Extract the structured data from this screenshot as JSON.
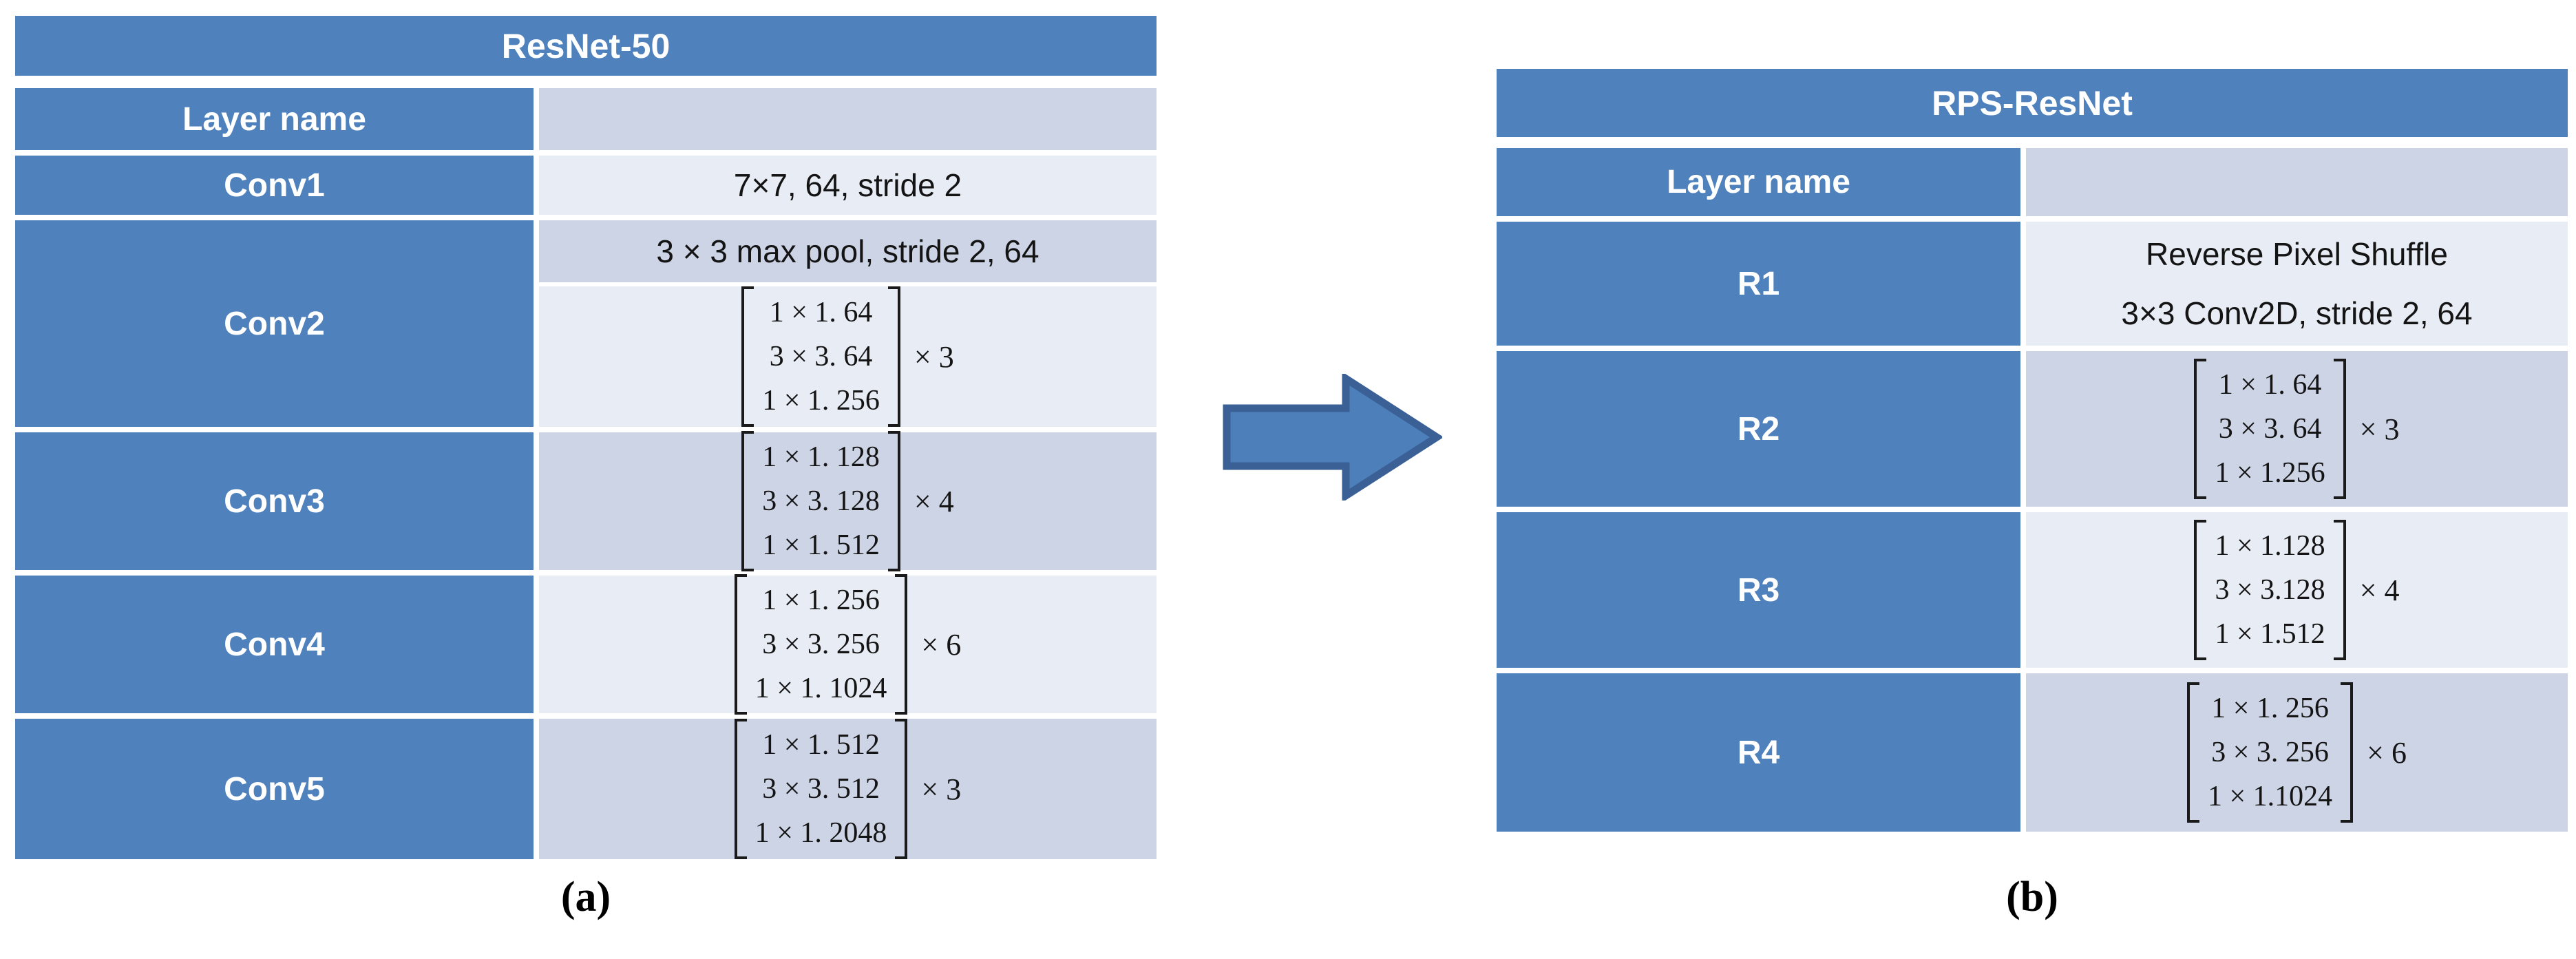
{
  "colors": {
    "header_blue": "#4f81bd",
    "cell_light": "#e8ecf5",
    "cell_dark": "#ccd4e6",
    "arrow_fill": "#4d80ba",
    "arrow_border": "#3a6096"
  },
  "left_table": {
    "title": "ResNet-50",
    "layer_col_header": "Layer name",
    "rows": [
      {
        "name": "Conv1",
        "text": "7×7, 64, stride 2"
      },
      {
        "name": "Conv2",
        "pool": "3 × 3 max pool, stride 2, 64",
        "matrix": [
          "1 × 1. 64",
          "3 × 3. 64",
          "1 × 1. 256"
        ],
        "mult": "× 3"
      },
      {
        "name": "Conv3",
        "matrix": [
          "1 × 1. 128",
          "3 × 3. 128",
          "1 × 1. 512"
        ],
        "mult": "× 4"
      },
      {
        "name": "Conv4",
        "matrix": [
          "1 × 1. 256",
          "3 × 3. 256",
          "1 × 1. 1024"
        ],
        "mult": "× 6"
      },
      {
        "name": "Conv5",
        "matrix": [
          "1 × 1. 512",
          "3 × 3. 512",
          "1 × 1. 2048"
        ],
        "mult": "× 3"
      }
    ],
    "caption": "(a)"
  },
  "right_table": {
    "title": "RPS-ResNet",
    "layer_col_header": "Layer name",
    "rows": [
      {
        "name": "R1",
        "lines": [
          "Reverse Pixel Shuffle",
          "3×3 Conv2D, stride 2, 64"
        ]
      },
      {
        "name": "R2",
        "matrix": [
          "1 × 1. 64",
          "3 × 3. 64",
          "1 × 1.256"
        ],
        "mult": "× 3"
      },
      {
        "name": "R3",
        "matrix": [
          "1 × 1.128",
          "3 × 3.128",
          "1 × 1.512"
        ],
        "mult": "× 4"
      },
      {
        "name": "R4",
        "matrix": [
          "1 × 1. 256",
          "3 × 3. 256",
          "1 × 1.1024"
        ],
        "mult": "× 6"
      }
    ],
    "caption": "(b)"
  }
}
